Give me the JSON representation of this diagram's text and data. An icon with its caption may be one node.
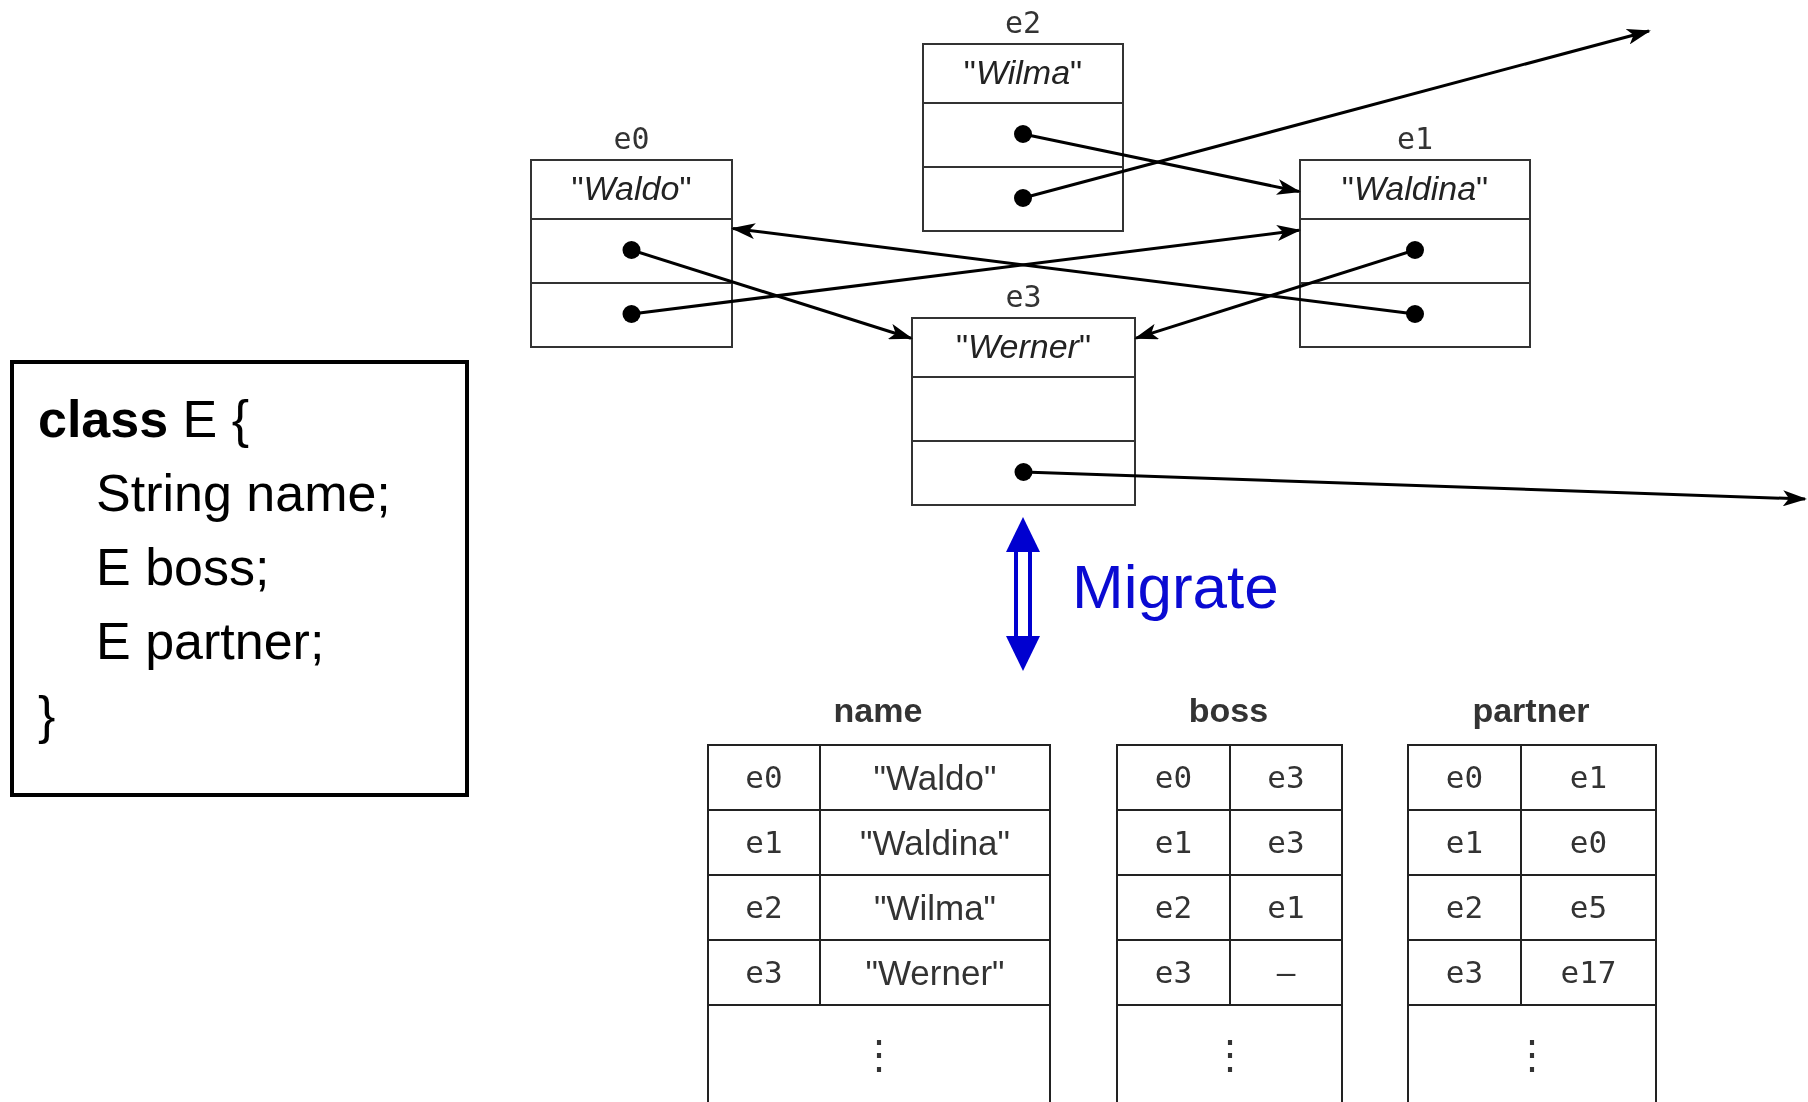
{
  "diagram": {
    "nodes": [
      {
        "text": [
          "e2"
        ]
      },
      {
        "text": [
          "\"*Wilma*\""
        ],
        "in": 0
      },
      {
        "text": [],
        "shape": "box",
        "in": 0
      },
      {
        "text": [],
        "shape": "box",
        "in": 0
      },
      {
        "text": [
          "e0"
        ]
      },
      {
        "text": [
          "\"*Waldo*\""
        ],
        "in": 4
      },
      {
        "text": [],
        "shape": "box",
        "in": 4
      },
      {
        "text": [],
        "shape": "box",
        "in": 4
      },
      {
        "text": [
          "e1"
        ]
      },
      {
        "text": [
          "\"*Waldina*\""
        ],
        "in": 8
      },
      {
        "text": [],
        "shape": "box",
        "in": 8
      },
      {
        "text": [],
        "shape": "box",
        "in": 8
      },
      {
        "text": [
          "e3"
        ]
      },
      {
        "text": [
          "\"*Werner*\""
        ],
        "in": 12
      },
      {
        "text": [],
        "shape": "box",
        "in": 12
      },
      {
        "text": [],
        "shape": "box",
        "in": 12
      },
      {
        "text": [
          "**class** E {",
          "String name;",
          "E boss;",
          "E partner;",
          "}"
        ]
      }
    ],
    "edges": [
      {
        "from": 6,
        "to": 12,
        "arrow": "to"
      },
      {
        "from": 7,
        "to": 8,
        "arrow": "to"
      },
      {
        "from": 2,
        "to": 8,
        "arrow": "to"
      },
      {
        "from": 3,
        "to": null,
        "arrow": "to"
      },
      {
        "from": 10,
        "to": 12,
        "arrow": "to"
      },
      {
        "from": 11,
        "to": 4,
        "arrow": "to"
      },
      {
        "from": 15,
        "to": null,
        "arrow": "to"
      }
    ],
    "labels": [
      "Migrate",
      "name",
      "e0",
      "\"Waldo\"",
      "e1",
      "\"Waldina\"",
      "e2",
      "\"Wilma\"",
      "e3",
      "\"Werner\"",
      "⋮",
      "boss",
      "e0",
      "e3",
      "e1",
      "e3",
      "e2",
      "e1",
      "e3",
      "—",
      "⋮",
      "partner",
      "e0",
      "e1",
      "e1",
      "e0",
      "e2",
      "e5",
      "e3",
      "e17",
      "⋮"
    ]
  }
}
